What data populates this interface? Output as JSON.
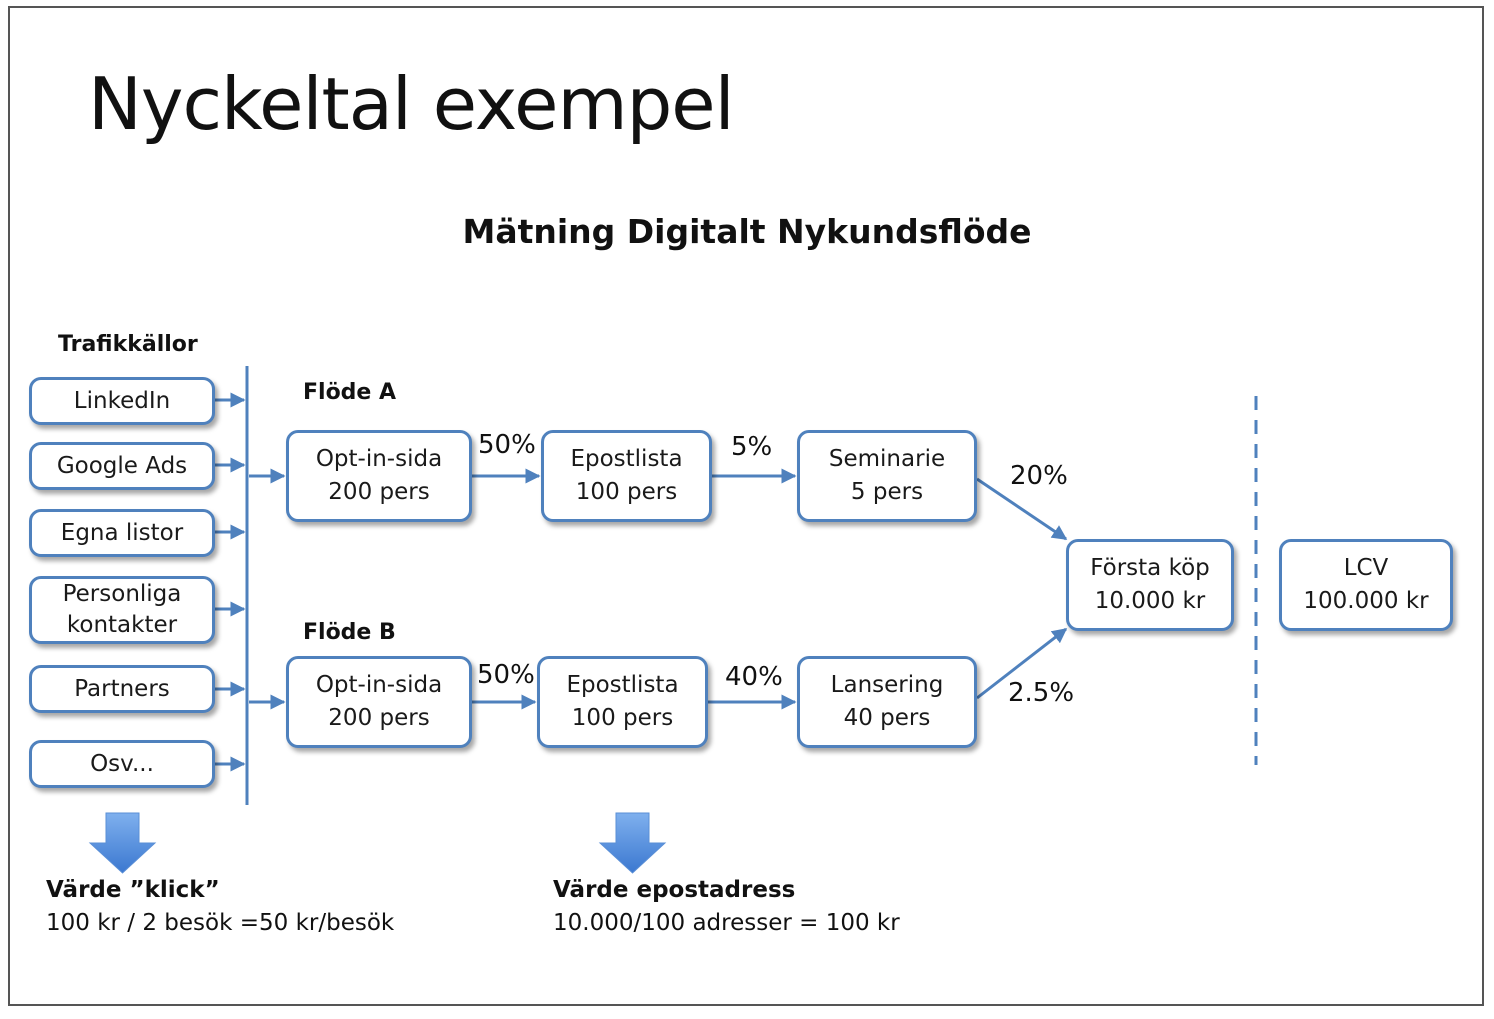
{
  "title": "Nyckeltal exempel",
  "subtitle": "Mätning Digitalt Nykundsflöde",
  "sources": {
    "heading": "Trafikkällor",
    "items": [
      {
        "label": "LinkedIn"
      },
      {
        "label": "Google Ads"
      },
      {
        "label": "Egna listor"
      },
      {
        "label": "Personliga",
        "label2": "kontakter"
      },
      {
        "label": "Partners"
      },
      {
        "label": "Osv..."
      }
    ]
  },
  "flow_a": {
    "label": "Flöde A",
    "steps": [
      {
        "name": "Opt-in-sida",
        "count": "200 pers"
      },
      {
        "name": "Epostlista",
        "count": "100 pers"
      },
      {
        "name": "Seminarie",
        "count": "5 pers"
      }
    ],
    "rates": [
      "50%",
      "5%",
      "20%"
    ]
  },
  "flow_b": {
    "label": "Flöde B",
    "steps": [
      {
        "name": "Opt-in-sida",
        "count": "200 pers"
      },
      {
        "name": "Epostlista",
        "count": "100 pers"
      },
      {
        "name": "Lansering",
        "count": "40 pers"
      }
    ],
    "rates": [
      "50%",
      "40%",
      "2.5%"
    ]
  },
  "first_purchase": {
    "name": "Första köp",
    "value": "10.000 kr"
  },
  "lcv": {
    "name": "LCV",
    "value": "100.000 kr"
  },
  "value_click": {
    "title": "Värde ”klick”",
    "text": "100 kr / 2 besök =50 kr/besök"
  },
  "value_email": {
    "title": "Värde epostadress",
    "text": "10.000/100 adresser = 100 kr"
  },
  "colors": {
    "accent": "#4f81bd",
    "arrow_fill": "#4a86d8"
  }
}
